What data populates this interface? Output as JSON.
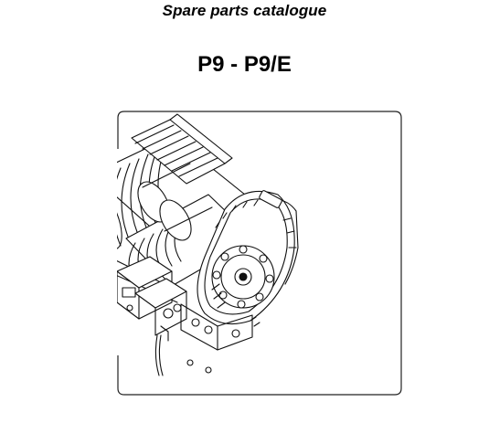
{
  "header": {
    "subtitle": "Spare parts catalogue",
    "model": "P9 - P9/E"
  },
  "illustration": {
    "icon": "winch-assembly-drawing",
    "line_color": "#111111",
    "frame_color": "#222222"
  }
}
